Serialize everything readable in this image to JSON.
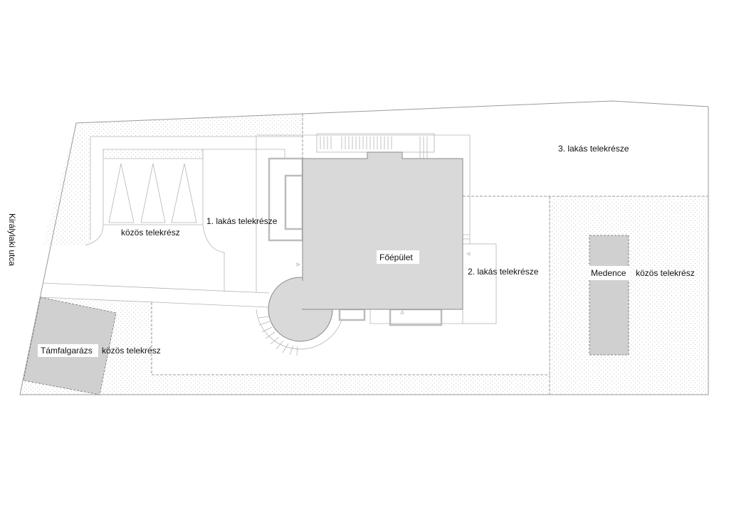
{
  "street": {
    "name": "Királylaki utca"
  },
  "labels": {
    "parking_common": "közös telekrész",
    "unit1": "1. lakás telekrésze",
    "main_building": "Főépület",
    "unit2": "2. lakás telekrésze",
    "unit3": "3. lakás telekrésze",
    "pool": "Medence",
    "pool_common": "közös telekrész",
    "garage": "Támfalgarázs",
    "garage_common": "közös telekrész"
  },
  "colors": {
    "building": "#d9d9d9",
    "lines": "#9a9a9a",
    "dots": "#c8c8c8"
  }
}
